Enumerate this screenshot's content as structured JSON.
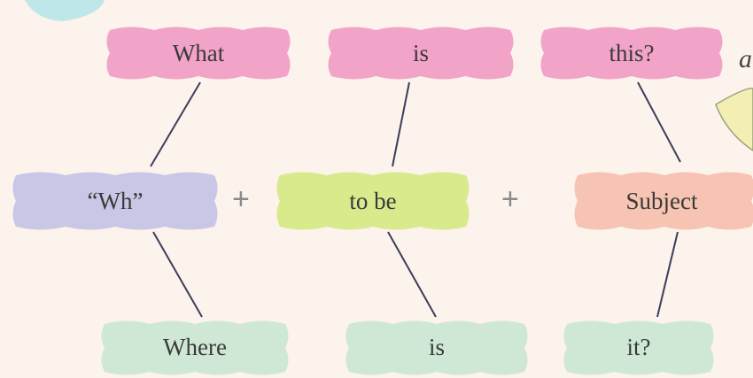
{
  "diagram": {
    "colors": {
      "background": "#fbf3ec",
      "question_cloud": "#f2a3c8",
      "wh_cloud": "#c9c6e6",
      "to_be_cloud": "#d8ea8c",
      "subject_cloud": "#f7c3b2",
      "answer_cloud": "#cfe8d5",
      "connector": "#3d3d5c",
      "deco_teal": "#bfe6e8",
      "deco_yellow": "#f3efb4"
    },
    "top_row": [
      "What",
      "is",
      "this?"
    ],
    "middle_row": [
      "“Wh”",
      "to be",
      "Subject"
    ],
    "bottom_row": [
      "Where",
      "is",
      "it?"
    ],
    "operators": [
      "+",
      "+"
    ],
    "edge_glyph": "a"
  }
}
